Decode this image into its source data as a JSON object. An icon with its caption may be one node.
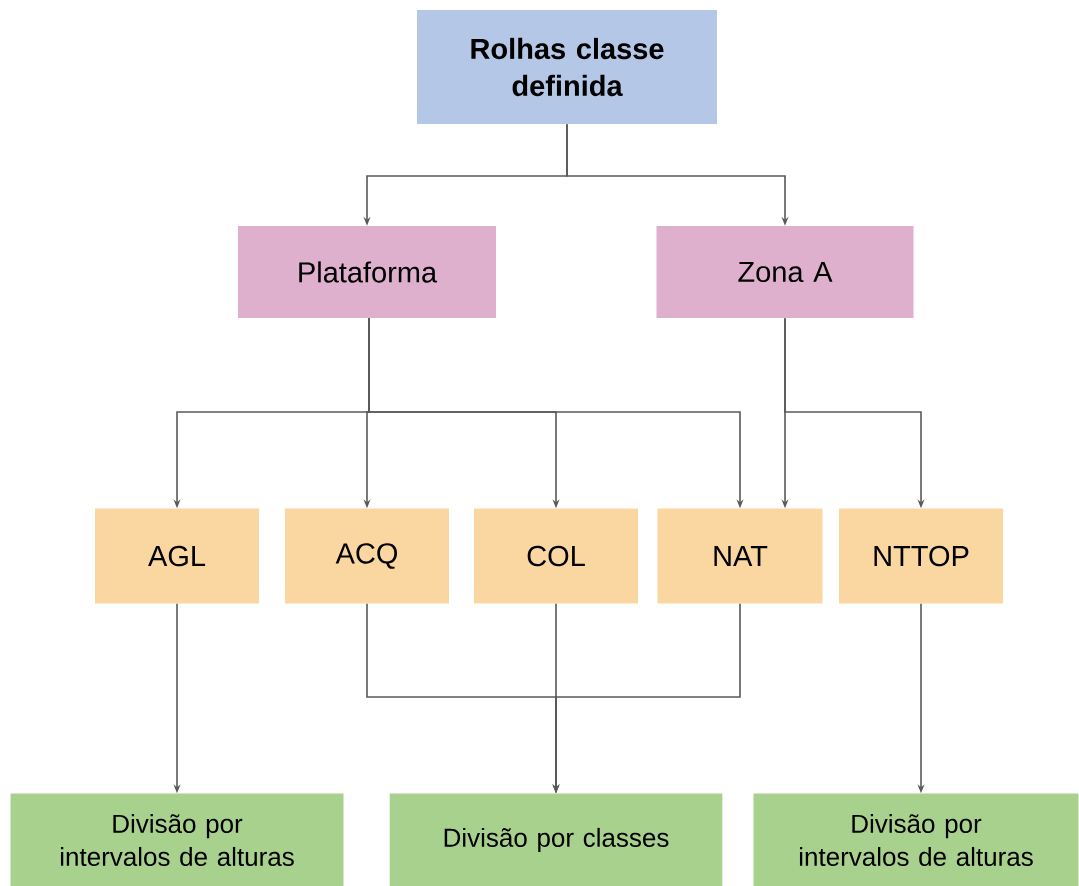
{
  "diagram": {
    "nodes": [
      {
        "text": [
          "Rolhas classe definida"
        ]
      },
      {
        "text": [
          "Plataforma"
        ]
      },
      {
        "text": [
          "Zona A"
        ]
      },
      {
        "text": [
          "AGL"
        ]
      },
      {
        "text": [
          "ACQ"
        ]
      },
      {
        "text": [
          "COL"
        ]
      },
      {
        "text": [
          "NAT"
        ]
      },
      {
        "text": [
          "NTTOP"
        ]
      },
      {
        "text": [
          "Divisão por intervalos de alturas"
        ]
      },
      {
        "text": [
          "Divisão por classes"
        ]
      },
      {
        "text": [
          "Divisão por intervalos de alturas"
        ]
      }
    ],
    "edges": [
      {
        "from": 0,
        "to": 1,
        "arrow": "to"
      },
      {
        "from": 0,
        "to": 2,
        "arrow": "to"
      },
      {
        "from": 1,
        "to": 3,
        "arrow": "to"
      },
      {
        "from": 1,
        "to": 4,
        "arrow": "to"
      },
      {
        "from": 1,
        "to": 5,
        "arrow": "to"
      },
      {
        "from": 1,
        "to": 6,
        "arrow": "to"
      },
      {
        "from": 2,
        "to": 6,
        "arrow": "to"
      },
      {
        "from": 2,
        "to": 7,
        "arrow": "to"
      },
      {
        "from": 3,
        "to": 8,
        "arrow": "to"
      },
      {
        "from": 4,
        "to": 9,
        "arrow": "to"
      },
      {
        "from": 5,
        "to": 9,
        "arrow": "to"
      },
      {
        "from": 6,
        "to": 9,
        "arrow": "to"
      },
      {
        "from": 7,
        "to": 10,
        "arrow": "to"
      }
    ]
  }
}
